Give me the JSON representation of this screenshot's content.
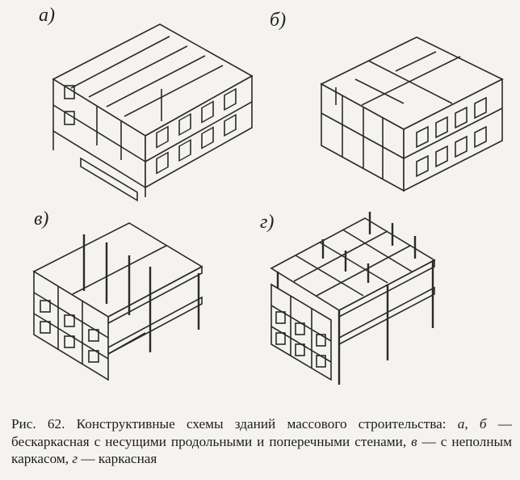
{
  "figure": {
    "panels": [
      {
        "letter": "а)"
      },
      {
        "letter": "б)"
      },
      {
        "letter": "в)"
      },
      {
        "letter": "г)"
      }
    ]
  },
  "caption": {
    "prefix": "Рис. 62. Конструктивные схемы зданий массового строительства:",
    "a": "а",
    "sep1": ", ",
    "b": "б",
    "part1": " — бескаркасная с несущими продольными и поперечными стенами, ",
    "v": "в",
    "part2": " — с неполным каркасом, ",
    "g": "г",
    "part3": " — каркасная"
  }
}
